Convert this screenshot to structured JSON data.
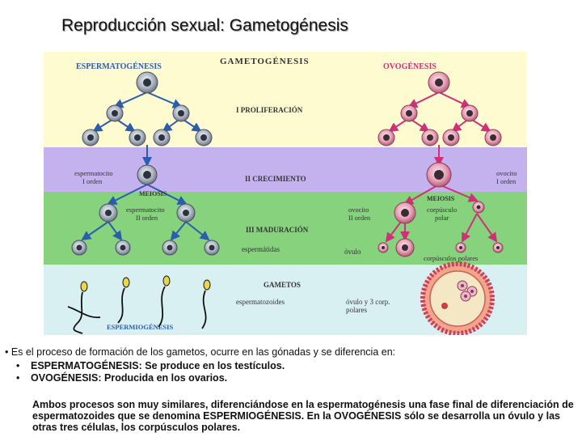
{
  "slide": {
    "title": "Reproducción sexual: Gametogénesis"
  },
  "diagram": {
    "header_left": "ESPERMATOGÉNESIS",
    "header_center": "GAMETOGÉNESIS",
    "header_right": "OVOGÉNESIS",
    "stage_proliferation": "I PROLIFERACIÓN",
    "stage_growth": "II CRECIMIENTO",
    "stage_maturation": "III MADURACIÓN",
    "stage_gametes": "GAMETOS",
    "label_spermatocyte1_line1": "espermatocito",
    "label_spermatocyte1_line2": "I orden",
    "label_meiosis_left": "MEIOSIS",
    "label_spermatocyte2_line1": "espermatocito",
    "label_spermatocyte2_line2": "II orden",
    "label_spermatids": "espermátidas",
    "label_spermatozoa": "espermatozoides",
    "label_oocyte1_line1": "ovocito",
    "label_oocyte1_line2": "I orden",
    "label_meiosis_right": "MEIOSIS",
    "label_oocyte2_line1": "ovocito",
    "label_oocyte2_line2": "II orden",
    "label_polar_body_line1": "corpúsculo",
    "label_polar_body_line2": "polar",
    "label_ovum": "óvulo",
    "label_polar_bodies": "corpúsculos polares",
    "label_ovum3_line1": "óvulo y 3 corp.",
    "label_ovum3_line2": "polares",
    "label_spermiogenesis": "ESPERMIOGÉNESIS",
    "colors": {
      "band_proliferation": "#fdfbcf",
      "band_growth": "#c4b2ef",
      "band_maturation": "#86d27d",
      "band_gametes": "#d9f0f3",
      "male_arrow": "#2a5db0",
      "female_arrow": "#d0307a"
    }
  },
  "text": {
    "intro": "• Es el proceso de formación de los gametos, ocurre en las gónadas y se diferencia en:",
    "bullets": [
      "ESPERMATOGÉNESIS: Se produce en los testículos.",
      "OVOGÉNESIS: Producida en los ovarios."
    ],
    "summary": "Ambos procesos son muy similares, diferenciándose en la espermatogénesis una fase final de diferenciación de espermatozoides que se denomina ESPERMIOGÉNESIS. En la OVOGÉNESIS sólo se desarrolla un óvulo y las otras tres células, los corpúsculos polares."
  }
}
